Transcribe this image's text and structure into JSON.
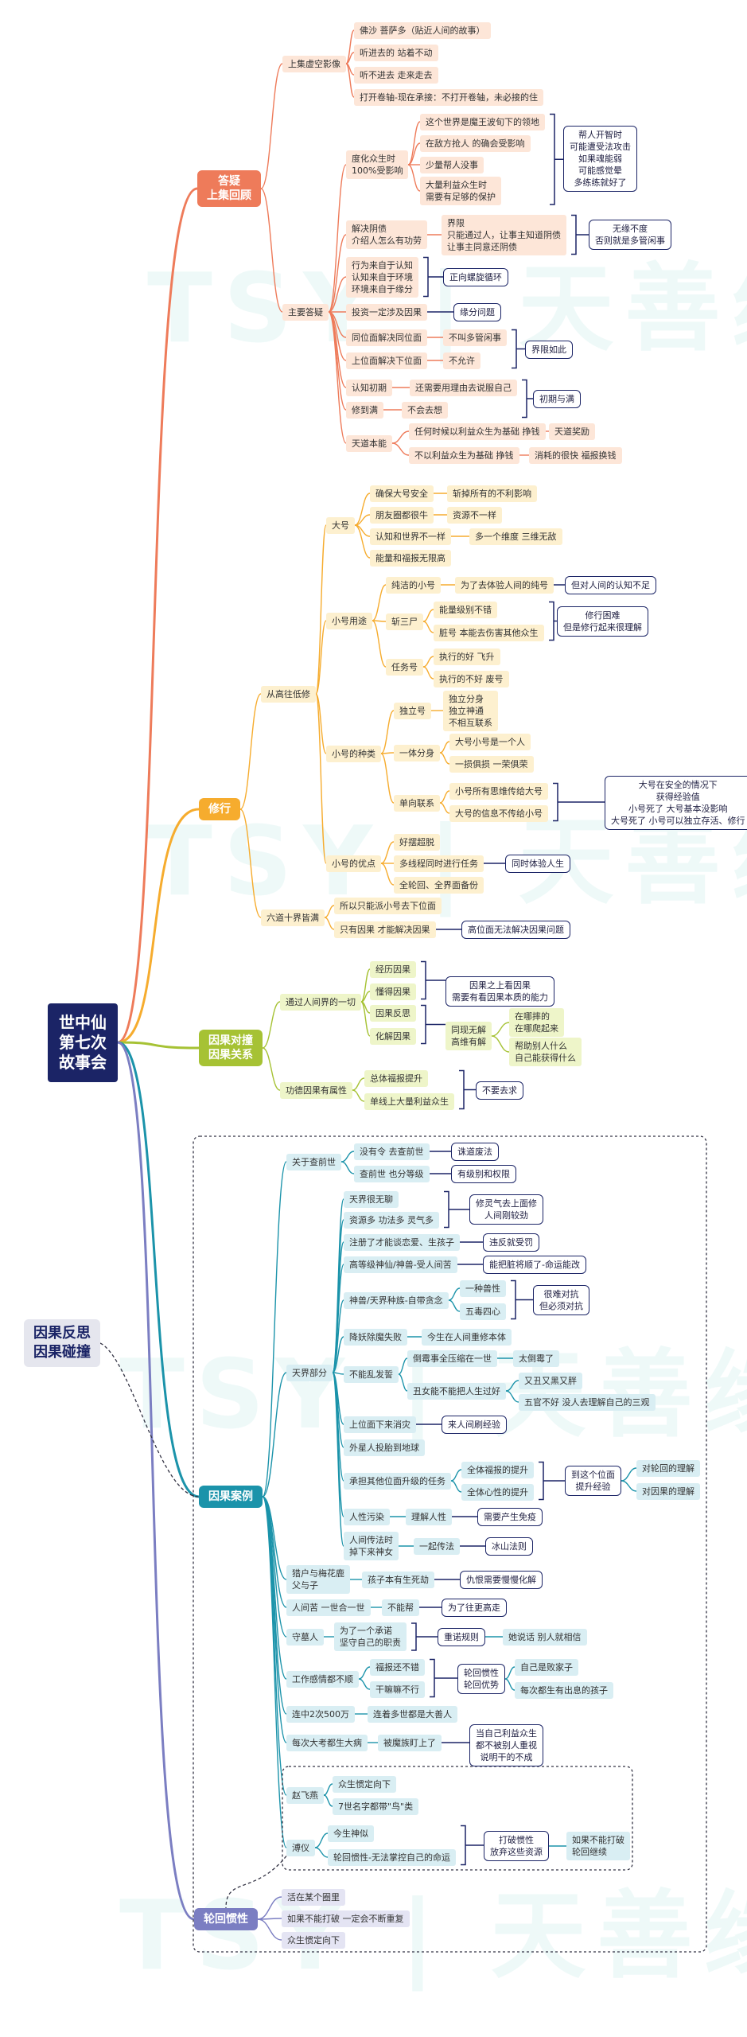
{
  "colors": {
    "orange": "#ee7b5a",
    "yellow": "#f6ac2e",
    "green": "#a6c234",
    "teal": "#1b93aa",
    "purple": "#7b7ec2",
    "navy": "#1b2466",
    "watermark": "#63c8c4"
  },
  "watermark_text": [
    "TSY | 天善缘",
    "TSY | 天善缘",
    "TSY | 天善缘",
    "TSY | 天善缘"
  ],
  "root": "世中仙\n第七次\n故事会",
  "floating_topic": "因果反思\n因果碰撞",
  "categories": {
    "c1": "答疑\n上集回顾",
    "c2": "修行",
    "c3": "因果对撞\n因果关系",
    "c4": "因果案例",
    "c5": "轮回惯性"
  },
  "nodes": {
    "n1": "上集虚空影像",
    "n1a": "佛沙 菩萨多（贴近人间的故事）",
    "n1b": "听进去的 站着不动",
    "n1c": "听不进去 走来走去",
    "n1d": "打开卷轴-现在承接：不打开卷轴，未必接的住",
    "n2": "主要答疑",
    "n2a": "度化众生时\n100%受影响",
    "n2a1": "这个世界是魔王波旬下的领地",
    "n2a2": "在敌方抢人 的确会受影响",
    "n2a3": "少量帮人没事",
    "n2a4": "大量利益众生时\n需要有足够的保护",
    "n2a_note": "帮人开智时\n可能遭受法攻击\n如果魂能弱\n可能感觉晕\n多练练就好了",
    "n2b": "解决阴债\n介绍人怎么有功劳",
    "n2b1": "界限\n只能通过人，让事主知道阴债\n让事主同意还阴债",
    "n2b_note": "无缘不度\n否则就是多管闲事",
    "n2c": "行为来自于认知\n认知来自于环境\n环境来自于缘分",
    "n2c_note": "正向螺旋循环",
    "n2d": "投资一定涉及因果",
    "n2d_note": "缘分问题",
    "n2e": "同位面解决同位面",
    "n2e1": "不叫多管闲事",
    "n2f": "上位面解决下位面",
    "n2f1": "不允许",
    "n2ef_note": "界限如此",
    "n2g": "认知初期",
    "n2g1": "还需要用理由去说服自己",
    "n2h": "修到满",
    "n2h1": "不会去想",
    "n2gh_note": "初期与满",
    "n2i": "天道本能",
    "n2i1": "任何时候以利益众生为基础 挣钱",
    "n2i1a": "天道奖励",
    "n2i2": "不以利益众生为基础 挣钱",
    "n2i2a": "消耗的很快 福报换钱",
    "p1": "从高往低修",
    "p1a": "大号",
    "p1a1": "确保大号安全",
    "p1a1x": "斩掉所有的不利影响",
    "p1a2": "朋友圈都很牛",
    "p1a2x": "资源不一样",
    "p1a3": "认知和世界不一样",
    "p1a3x": "多一个维度 三维无敌",
    "p1a4": "能量和福报无限高",
    "p1b": "小号用途",
    "p1b1": "纯洁的小号",
    "p1b1x": "为了去体验人间的纯号",
    "p1b1_note": "但对人间的认知不足",
    "p1b2": "斩三尸",
    "p1b2a": "能量级别不错",
    "p1b2b": "脏号 本能去伤害其他众生",
    "p1b2_note": "修行困难\n但是修行起来很理解",
    "p1b3": "任务号",
    "p1b3a": "执行的好 飞升",
    "p1b3b": "执行的不好 废号",
    "p1c": "小号的种类",
    "p1c1": "独立号",
    "p1c1x": "独立分身\n独立神通\n不相互联系",
    "p1c2": "一体分身",
    "p1c2a": "大号小号是一个人",
    "p1c2b": "一损俱损 一荣俱荣",
    "p1c3": "单向联系",
    "p1c3a": "小号所有思维传给大号",
    "p1c3b": "大号的信息不传给小号",
    "p1c3_note": "大号在安全的情况下\n获得经验值\n小号死了 大号基本没影响\n大号死了 小号可以独立存活、修行",
    "p1d": "小号的优点",
    "p1d1": "好摆超脱",
    "p1d2": "多线程同时进行任务",
    "p1d2_note": "同时体验人生",
    "p1d3": "全轮回、全界面备份",
    "p2": "六道十界皆满",
    "p2a": "所以只能派小号去下位面",
    "p2b": "只有因果 才能解决因果",
    "p2b_note": "高位面无法解决因果问题",
    "k1": "通过人间界的一切",
    "k1a": "经历因果",
    "k1b": "懂得因果",
    "k1ab_note": "因果之上看因果\n需要有看因果本质的能力",
    "k1c": "因果反思",
    "k1d": "化解因果",
    "k1cd_note": "同现无解\n高维有解",
    "k1n1": "在哪摔的\n在哪爬起来",
    "k1n2": "帮助别人什么\n自己能获得什么",
    "k2": "功德因果有属性",
    "k2a": "总体福报提升",
    "k2b": "单线上大量利益众生",
    "k2_note": "不要去求",
    "e1": "关于查前世",
    "e1a": "没有令 去查前世",
    "e1a_note": "诛道废法",
    "e1b": "查前世 也分等级",
    "e1b_note": "有级别和权限",
    "e2": "天界部分",
    "e2a": "天界很无聊",
    "e2b": "资源多 功法多 灵气多",
    "e2ab_note": "修灵气去上面修\n人间刚较劲",
    "e2c": "注册了才能谈恋爱、生孩子",
    "e2c_note": "违反就受罚",
    "e2d": "高等级神仙/神兽-受人间苦",
    "e2d_note": "能把脏将顺了-命运能改",
    "e2e": "神兽/天界种族-自带贪念",
    "e2e1": "一种兽性",
    "e2e2": "五毒四心",
    "e2e_note": "很难对抗\n但必须对抗",
    "e2f": "降妖除魔失败",
    "e2f1": "今生在人间重修本体",
    "e2g": "不能乱发誓",
    "e2g1": "倒霉事全压缩在一世",
    "e2g1a": "太倒霉了",
    "e2g2": "丑女能不能把人生过好",
    "e2g2a": "又丑又黑又胖",
    "e2g2b": "五官不好 没人去理解自己的三观",
    "e2h": "上位面下来消灾",
    "e2h_note": "来人间刷经验",
    "e2i": "外星人投胎到地球",
    "e2j": "承担其他位面升级的任务",
    "e2j1": "全体福报的提升",
    "e2j2": "全体心性的提升",
    "e2j_note": "到这个位面\n提升经验",
    "e2j_r1": "对轮回的理解",
    "e2j_r2": "对因果的理解",
    "e2k": "人性污染",
    "e2k1": "理解人性",
    "e2k_note": "需要产生免疫",
    "e2l": "人间传法时\n掉下来神女",
    "e2l1": "一起传法",
    "e2l_note": "冰山法则",
    "e3": "猎户与梅花鹿\n父与子",
    "e3a": "孩子本有生死劫",
    "e3_note": "仇恨需要慢慢化解",
    "e4": "人间苦 一世合一世",
    "e4a": "不能帮",
    "e4_note": "为了往更高走",
    "e5": "守墓人",
    "e5a": "为了一个承诺\n坚守自己的职责",
    "e5_note": "重诺规则",
    "e5_note2": "她说话 别人就相信",
    "e6": "工作感情都不顺",
    "e6a": "福报还不错",
    "e6b": "干嘛嘛不行",
    "e6_note": "轮回惯性\n轮回优势",
    "e6n1": "自己是败家子",
    "e6n2": "每次都生有出息的孩子",
    "e7": "连中2次500万",
    "e7a": "连着多世都是大善人",
    "e8": "每次大考都生大病",
    "e8a": "被魔族盯上了",
    "e8_note": "当自己利益众生\n都不被别人重视\n说明干的不成",
    "e9": "赵飞燕",
    "e9a": "众生惯定向下",
    "e9b": "7世名字都带\"鸟\"类",
    "e10": "溥仪",
    "e10a": "今生神似",
    "e10b": "轮回惯性-无法掌控自己的命运",
    "e10_note": "打破惯性\n放弃这些资源",
    "e10_note2": "如果不能打破\n轮回继续",
    "r1": "活在某个圈里",
    "r2": "如果不能打破 一定会不断重复",
    "r3": "众生惯定向下"
  }
}
